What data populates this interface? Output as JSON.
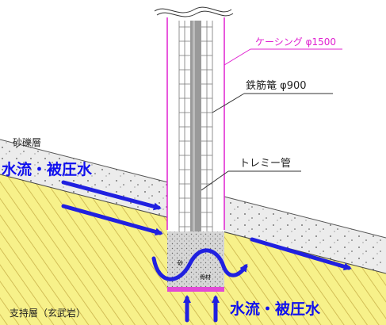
{
  "labels": {
    "casing": "ケーシング φ1500",
    "rebar_cage": "鉄筋篭 φ900",
    "tremie_pipe": "トレミー管",
    "gravel_layer": "砂礫層",
    "support_layer": "支持層（玄武岩）",
    "water_upper": "水流・被圧水",
    "water_lower": "水流・被圧水",
    "sand": "砂",
    "aggregate": "骨材"
  },
  "colors": {
    "casing_line": "#e020d0",
    "water_arrow": "#2020e0",
    "water_text": "#1010ee",
    "support_fill": "#f7f18a",
    "support_hatch": "#c9b24a",
    "gravel_fill": "#ececec",
    "pipe_dark": "#9a9a9a",
    "line": "#333333"
  }
}
